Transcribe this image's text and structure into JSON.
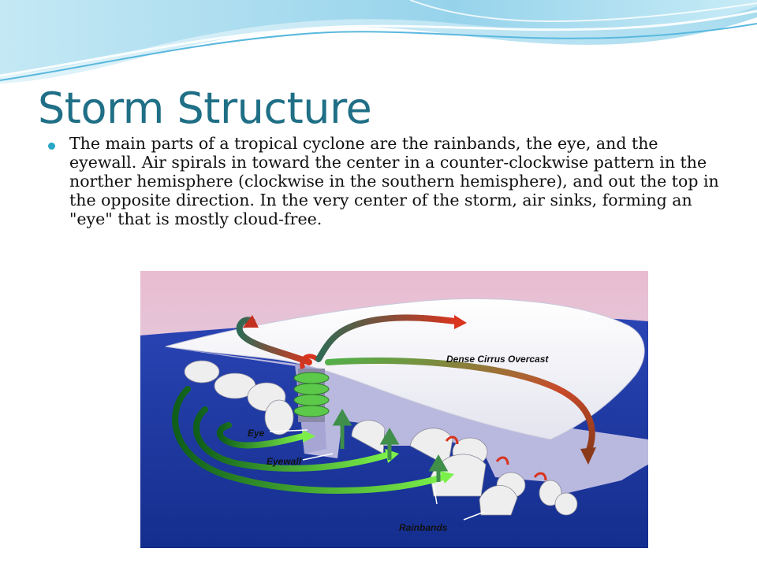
{
  "slide": {
    "title": "Storm Structure",
    "body": "The main parts of a tropical cyclone are the rainbands, the eye, and the eyewall. Air spirals in toward the center in a counter-clockwise pattern in the norther hemisphere (clockwise in the southern hemisphere), and out the top in the opposite direction. In the very center of the storm, air sinks, forming an \"eye\" that is mostly cloud-free."
  },
  "diagram": {
    "labels": {
      "overcast": "Dense Cirrus Overcast",
      "eye": "Eye",
      "eyewall": "Eyewall",
      "rainbands": "Rainbands"
    }
  },
  "colors": {
    "title": "#1f6f86",
    "bullet": "#2aa6c6",
    "sky_top": "#e9bcd0",
    "sky_bottom": "#d9dff0",
    "ocean": "#1e3aa8",
    "cloud": "#f2f2f8",
    "inflow_arrow": "#44d62c",
    "outflow_arrow": "#d8341e"
  }
}
